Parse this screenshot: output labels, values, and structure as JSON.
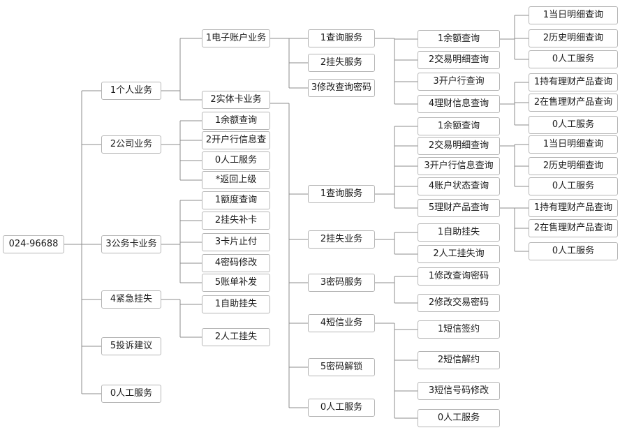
{
  "tree": {
    "root": "024-96688",
    "l1": [
      "1个人业务",
      "2公司业务",
      "3公务卡业务",
      "4紧急挂失",
      "5投诉建议",
      "0人工服务"
    ],
    "personal": [
      "1电子账户业务",
      "2实体卡业务"
    ],
    "eaccount": [
      "1查询服务",
      "2挂失服务",
      "3修改查询密码"
    ],
    "eaccount_query": [
      "1余额查询",
      "2交易明细查询",
      "3开户行查询",
      "4理财信息查询"
    ],
    "eaccount_balance": [
      "1当日明细查询",
      "2历史明细查询",
      "0人工服务"
    ],
    "eaccount_wealth": [
      "1持有理财产品查询",
      "2在售理财产品查询",
      "0人工服务"
    ],
    "company": [
      "1余额查询",
      "2开户行信息查",
      "0人工服务",
      "*返回上级"
    ],
    "official_card": [
      "1额度查询",
      "2挂失补卡",
      "3卡片止付",
      "4密码修改",
      "5账单补发"
    ],
    "emergency": [
      "1自助挂失",
      "2人工挂失"
    ],
    "physical_card": [
      "1查询服务",
      "2挂失业务",
      "3密码服务",
      "4短信业务",
      "5密码解锁",
      "0人工服务"
    ],
    "card_query": [
      "1余额查询",
      "2交易明细查询",
      "3开户行信息查询",
      "4账户状态查询",
      "5理财产品查询"
    ],
    "card_tx_detail": [
      "1当日明细查询",
      "2历史明细查询",
      "0人工服务"
    ],
    "card_wealth": [
      "1持有理财产品查询",
      "2在售理财产品查询",
      "0人工服务"
    ],
    "card_loss": [
      "1自助挂失",
      "2人工挂失询"
    ],
    "card_password": [
      "1修改查询密码",
      "2修改交易密码"
    ],
    "card_sms": [
      "1短信签约",
      "2短信解约",
      "3短信号码修改",
      "0人工服务"
    ]
  }
}
